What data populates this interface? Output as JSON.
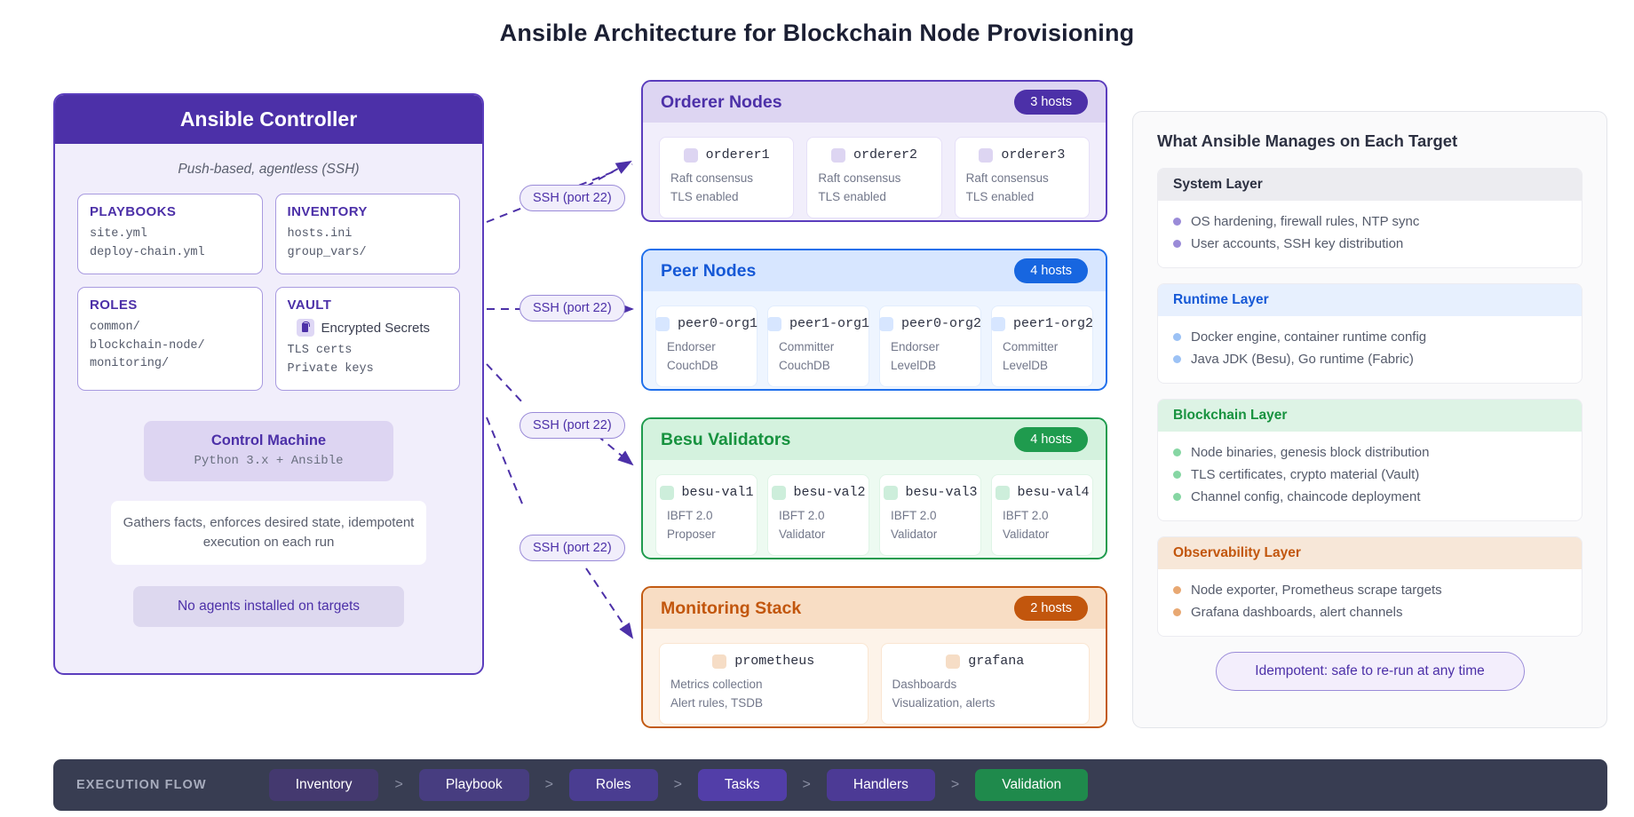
{
  "page": {
    "title": "Ansible Architecture for Blockchain Node Provisioning"
  },
  "controller": {
    "title": "Ansible Controller",
    "subtitle": "Push-based, agentless (SSH)",
    "cards": [
      {
        "heading": "PLAYBOOKS",
        "lines": [
          "site.yml",
          "deploy-chain.yml"
        ]
      },
      {
        "heading": "INVENTORY",
        "lines": [
          "hosts.ini",
          "group_vars/"
        ]
      },
      {
        "heading": "ROLES",
        "lines": [
          "common/",
          "blockchain-node/",
          "monitoring/"
        ]
      },
      {
        "heading": "VAULT",
        "icon_label": "Encrypted Secrets",
        "lines": [
          "TLS certs",
          "Private keys"
        ]
      }
    ],
    "control_machine": {
      "title": "Control Machine",
      "subtitle": "Python 3.x + Ansible"
    },
    "note": "Gathers facts, enforces desired state, idempotent execution on each run",
    "pill": "No agents installed on targets"
  },
  "connectors": {
    "labels": [
      "SSH (port 22)",
      "SSH (port 22)",
      "SSH (port 22)",
      "SSH (port 22)"
    ],
    "color": "#4c30a8"
  },
  "groups": [
    {
      "id": "orderer",
      "title": "Orderer Nodes",
      "badge": "3 hosts",
      "accent": "#4c30a8",
      "nodes": [
        {
          "name": "orderer1",
          "lines": [
            "Raft consensus",
            "TLS enabled"
          ]
        },
        {
          "name": "orderer2",
          "lines": [
            "Raft consensus",
            "TLS enabled"
          ]
        },
        {
          "name": "orderer3",
          "lines": [
            "Raft consensus",
            "TLS enabled"
          ]
        }
      ]
    },
    {
      "id": "peer",
      "title": "Peer Nodes",
      "badge": "4 hosts",
      "accent": "#1766e0",
      "nodes": [
        {
          "name": "peer0-org1",
          "lines": [
            "Endorser",
            "CouchDB"
          ]
        },
        {
          "name": "peer1-org1",
          "lines": [
            "Committer",
            "CouchDB"
          ]
        },
        {
          "name": "peer0-org2",
          "lines": [
            "Endorser",
            "LevelDB"
          ]
        },
        {
          "name": "peer1-org2",
          "lines": [
            "Committer",
            "LevelDB"
          ]
        }
      ]
    },
    {
      "id": "besu",
      "title": "Besu Validators",
      "badge": "4 hosts",
      "accent": "#1f9b4e",
      "nodes": [
        {
          "name": "besu-val1",
          "lines": [
            "IBFT 2.0",
            "Proposer"
          ]
        },
        {
          "name": "besu-val2",
          "lines": [
            "IBFT 2.0",
            "Validator"
          ]
        },
        {
          "name": "besu-val3",
          "lines": [
            "IBFT 2.0",
            "Validator"
          ]
        },
        {
          "name": "besu-val4",
          "lines": [
            "IBFT 2.0",
            "Validator"
          ]
        }
      ]
    },
    {
      "id": "monitoring",
      "title": "Monitoring Stack",
      "badge": "2 hosts",
      "accent": "#c2560d",
      "nodes": [
        {
          "name": "prometheus",
          "lines": [
            "Metrics collection",
            "Alert rules, TSDB"
          ]
        },
        {
          "name": "grafana",
          "lines": [
            "Dashboards",
            "Visualization, alerts"
          ]
        }
      ]
    }
  ],
  "manages": {
    "title": "What Ansible Manages on Each Target",
    "layers": [
      {
        "name": "System Layer",
        "header_bg": "#ececf0",
        "text_color": "#2d3142",
        "bullet": "#9a8bd8",
        "items": [
          "OS hardening, firewall rules, NTP sync",
          "User accounts, SSH key distribution"
        ]
      },
      {
        "name": "Runtime Layer",
        "header_bg": "#e7f0fe",
        "text_color": "#1558d6",
        "bullet": "#9cc2f5",
        "items": [
          "Docker engine, container runtime config",
          "Java JDK (Besu), Go runtime (Fabric)"
        ]
      },
      {
        "name": "Blockchain Layer",
        "header_bg": "#ddf3e5",
        "text_color": "#17923f",
        "bullet": "#86d6a3",
        "items": [
          "Node binaries, genesis block distribution",
          "TLS certificates, crypto material (Vault)",
          "Channel config, chaincode deployment"
        ]
      },
      {
        "name": "Observability Layer",
        "header_bg": "#f7e7d8",
        "text_color": "#c2560d",
        "bullet": "#e8a872",
        "items": [
          "Node exporter, Prometheus scrape targets",
          "Grafana dashboards, alert channels"
        ]
      }
    ],
    "idempotent_pill": "Idempotent: safe to re-run at any time"
  },
  "exec_flow": {
    "label": "EXECUTION FLOW",
    "arrow": ">",
    "steps": [
      {
        "label": "Inventory",
        "color": "#44396f"
      },
      {
        "label": "Playbook",
        "color": "#473d80"
      },
      {
        "label": "Roles",
        "color": "#4a3d91"
      },
      {
        "label": "Tasks",
        "color": "#523ea8"
      },
      {
        "label": "Handlers",
        "color": "#4c3a95"
      },
      {
        "label": "Validation",
        "color": "#1f8a4c"
      }
    ]
  }
}
